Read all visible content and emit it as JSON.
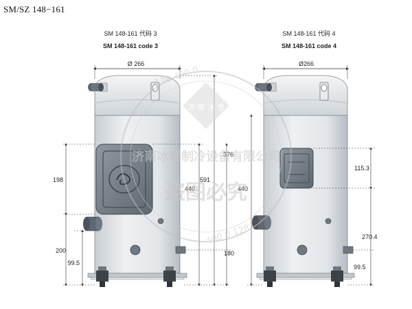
{
  "page": {
    "title": "SM/SZ 148−161"
  },
  "left": {
    "heading_cn": "SM 148-161 代码 3",
    "heading_en": "SM 148-161 code 3",
    "dims": {
      "diameter": "Ø 266",
      "d198": "198",
      "d200": "200",
      "d995": "99.5",
      "d376": "376",
      "d440": "440",
      "d591": "591",
      "d180": "180"
    }
  },
  "right": {
    "heading_cn": "SM 148-161 代码 4",
    "heading_en": "SM 148-161 code 4",
    "dims": {
      "diameter": "Ø266",
      "d440": "440",
      "d1153": "115.3",
      "d2704": "270.4",
      "d995": "99.5"
    }
  },
  "watermark": {
    "seal_top": "128 400 0",
    "seal_bottom": "400 0 128",
    "logo_chars": "济 南 冰 雪",
    "company": "济南冰雪制冷设备有限公司",
    "stamp": "盗图必究"
  }
}
